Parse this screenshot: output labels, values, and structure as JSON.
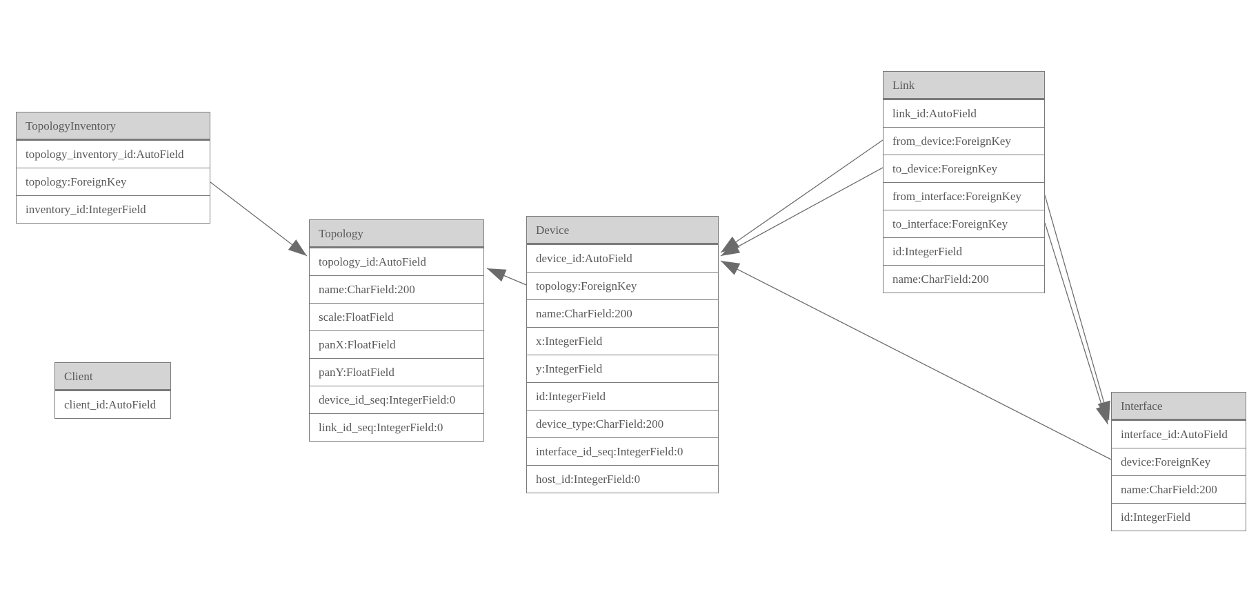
{
  "diagram": {
    "type": "entity-relationship-model",
    "background": "#ffffff",
    "colors": {
      "header_fill": "#d4d4d4",
      "border": "#7a7a7a",
      "text": "#595959",
      "edge": "#6e6e6e",
      "arrowhead": "#6b6b6b"
    },
    "entities": [
      {
        "name": "TopologyInventory",
        "fields": [
          "topology_inventory_id:AutoField",
          "topology:ForeignKey",
          "inventory_id:IntegerField"
        ]
      },
      {
        "name": "Topology",
        "fields": [
          "topology_id:AutoField",
          "name:CharField:200",
          "scale:FloatField",
          "panX:FloatField",
          "panY:FloatField",
          "device_id_seq:IntegerField:0",
          "link_id_seq:IntegerField:0"
        ]
      },
      {
        "name": "Client",
        "fields": [
          "client_id:AutoField"
        ]
      },
      {
        "name": "Device",
        "fields": [
          "device_id:AutoField",
          "topology:ForeignKey",
          "name:CharField:200",
          "x:IntegerField",
          "y:IntegerField",
          "id:IntegerField",
          "device_type:CharField:200",
          "interface_id_seq:IntegerField:0",
          "host_id:IntegerField:0"
        ]
      },
      {
        "name": "Link",
        "fields": [
          "link_id:AutoField",
          "from_device:ForeignKey",
          "to_device:ForeignKey",
          "from_interface:ForeignKey",
          "to_interface:ForeignKey",
          "id:IntegerField",
          "name:CharField:200"
        ]
      },
      {
        "name": "Interface",
        "fields": [
          "interface_id:AutoField",
          "device:ForeignKey",
          "name:CharField:200",
          "id:IntegerField"
        ]
      }
    ],
    "relationships": [
      {
        "from": "TopologyInventory.topology",
        "to": "Topology"
      },
      {
        "from": "Device.topology",
        "to": "Topology"
      },
      {
        "from": "Link.from_device",
        "to": "Device"
      },
      {
        "from": "Link.to_device",
        "to": "Device"
      },
      {
        "from": "Link.from_interface",
        "to": "Interface"
      },
      {
        "from": "Link.to_interface",
        "to": "Interface"
      },
      {
        "from": "Interface.device",
        "to": "Device"
      }
    ]
  }
}
